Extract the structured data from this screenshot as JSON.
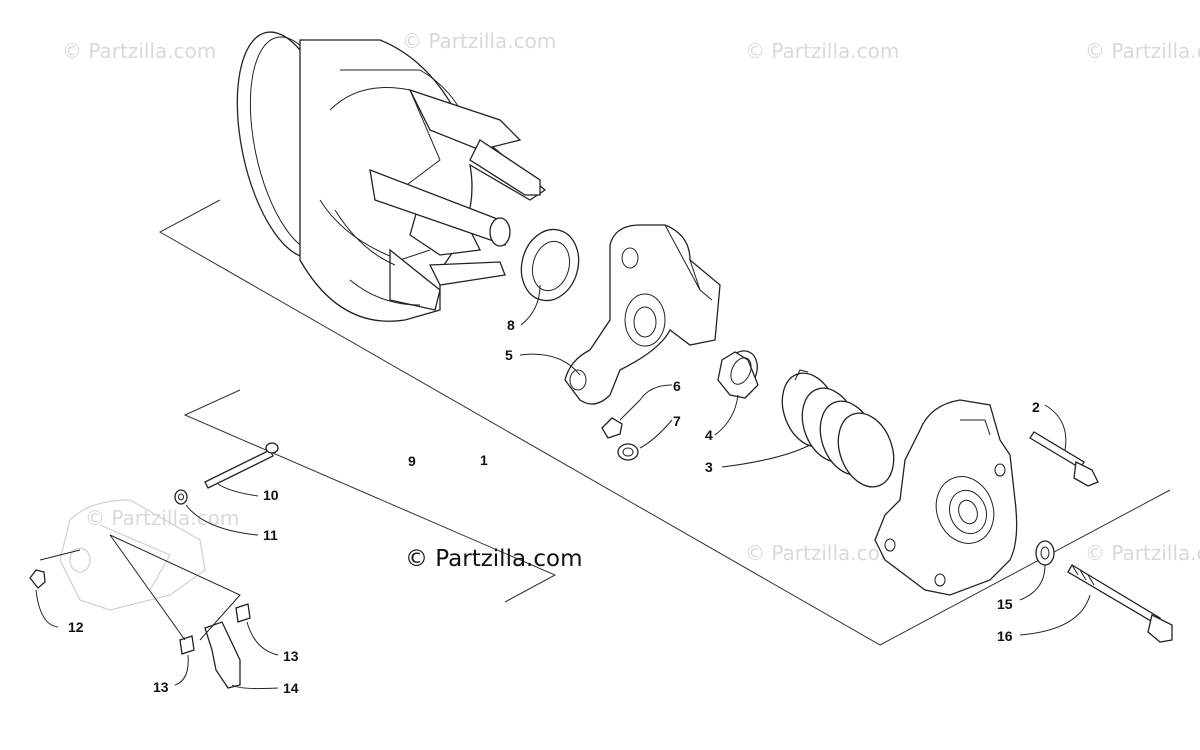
{
  "watermark": {
    "text": "© Partzilla.com",
    "main_text": "© Partzilla.com"
  },
  "callouts": [
    {
      "id": "c1",
      "label": "1"
    },
    {
      "id": "c2",
      "label": "2"
    },
    {
      "id": "c3",
      "label": "3"
    },
    {
      "id": "c4",
      "label": "4"
    },
    {
      "id": "c5",
      "label": "5"
    },
    {
      "id": "c6",
      "label": "6"
    },
    {
      "id": "c7",
      "label": "7"
    },
    {
      "id": "c8",
      "label": "8"
    },
    {
      "id": "c9",
      "label": "9"
    },
    {
      "id": "c10",
      "label": "10"
    },
    {
      "id": "c11",
      "label": "11"
    },
    {
      "id": "c12",
      "label": "12"
    },
    {
      "id": "c13a",
      "label": "13"
    },
    {
      "id": "c13b",
      "label": "13"
    },
    {
      "id": "c14",
      "label": "14"
    },
    {
      "id": "c15",
      "label": "15"
    },
    {
      "id": "c16",
      "label": "16"
    }
  ]
}
